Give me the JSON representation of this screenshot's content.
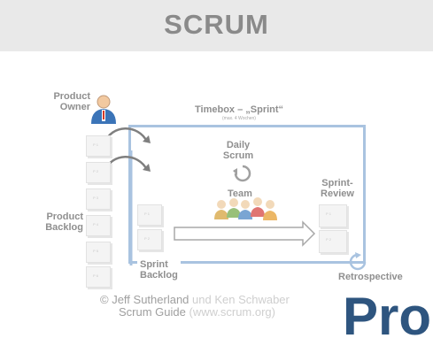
{
  "header": {
    "title": "SCRUM"
  },
  "roles": {
    "product_owner": "Product\nOwner",
    "team": "Team"
  },
  "timebox": {
    "title": "Timebox – „Sprint“",
    "subtitle": "(max. 4 Wochen)"
  },
  "events": {
    "daily_scrum": "Daily\nScrum",
    "sprint_review": "Sprint-\nReview",
    "retrospective": "Retrospective"
  },
  "artifacts": {
    "product_backlog": "Product\nBacklog",
    "sprint_backlog": "Sprint\nBacklog"
  },
  "credits": {
    "line1_a": "© Jeff Sutherland",
    "line1_b": " und Ken Schwaber",
    "line2_a": "Scrum Guide",
    "line2_b": " (www.scrum.org)"
  },
  "cutoff_text": "Pro",
  "colors": {
    "frame": "#a9c3e0",
    "header_bg": "#e9e9e9",
    "label": "#8f8f8f",
    "cutoff_text": "#2e557f"
  }
}
